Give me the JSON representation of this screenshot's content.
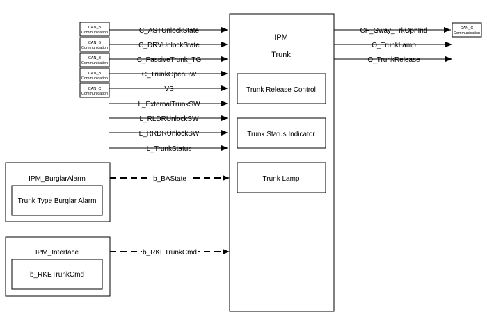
{
  "main_block": {
    "title": "IPM",
    "subtitle": "Trunk",
    "functions": [
      "Trunk Release Control",
      "Trunk Status Indicator",
      "Trunk Lamp"
    ]
  },
  "can_boxes": [
    {
      "line1": "CAN_B",
      "line2": "Communication"
    },
    {
      "line1": "CAN_B",
      "line2": "Communication"
    },
    {
      "line1": "CAN_B",
      "line2": "Communication"
    },
    {
      "line1": "CAN_B",
      "line2": "Communication"
    },
    {
      "line1": "CAN_C",
      "line2": "Communication"
    }
  ],
  "input_signals": [
    "C_ASTUnlockState",
    "C_DRVUnlockState",
    "C_PassiveTrunk_TG",
    "C_TrunkOpenSW",
    "VS",
    "L_ExternalTrunkSW",
    "L_RLDRUnlockSW",
    "L_RRDRUnlockSW",
    "L_TrunkStatus"
  ],
  "output_signals": [
    "CF_Gway_TrkOpnInd",
    "O_TrunkLamp",
    "O_TrunkRelease"
  ],
  "output_can_box": {
    "line1": "CAN_C",
    "line2": "Communication"
  },
  "modules": [
    {
      "title": "IPM_BurglarAlarm",
      "inner": "Trunk Type Burglar Alarm",
      "signal": "b_BAState"
    },
    {
      "title": "IPM_Interface",
      "inner": "b_RKETrunkCmd",
      "signal": "b_RKETrunkCmd"
    }
  ]
}
